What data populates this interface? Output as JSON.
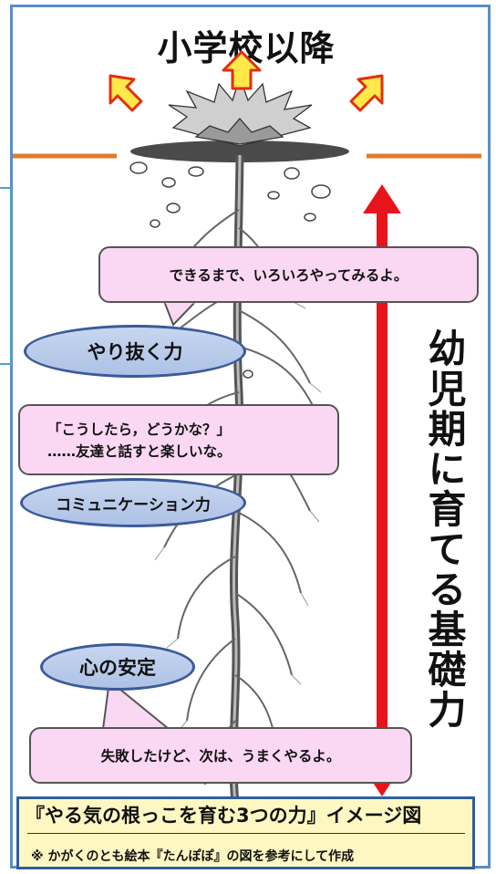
{
  "title": "小学校以降",
  "vertical_label": "幼児期に育てる基礎力",
  "bubbles": [
    "できるまで、いろいろやってみるよ。",
    "「こうしたら，どうかな？」",
    "……友達と話すと楽しいな。",
    "失敗したけど、次は、うまくやるよ。"
  ],
  "abilities": [
    "やり抜く力",
    "コミュニケーション力",
    "心の安定"
  ],
  "caption": {
    "title": "『やる気の根っこを育む3つの力』イメージ図",
    "note": "※ かがくのとも絵本『たんぽぽ』の図を参考にして作成"
  },
  "colors": {
    "ground_line": "#e07b2a",
    "growth_arrow_fill": "#ffe84a",
    "growth_arrow_stroke": "#e03010",
    "span_arrow": "#e8141c",
    "bubble_fill": "#fad7f3",
    "oval_fill": "#b9cbea",
    "oval_border": "#3b5a9a",
    "frame": "#5b8dc9",
    "caption_fill": "#fff7c2"
  },
  "icons": [
    "growth-arrow-up-left-icon",
    "growth-arrow-up-icon",
    "growth-arrow-up-right-icon",
    "span-double-arrow-icon"
  ]
}
